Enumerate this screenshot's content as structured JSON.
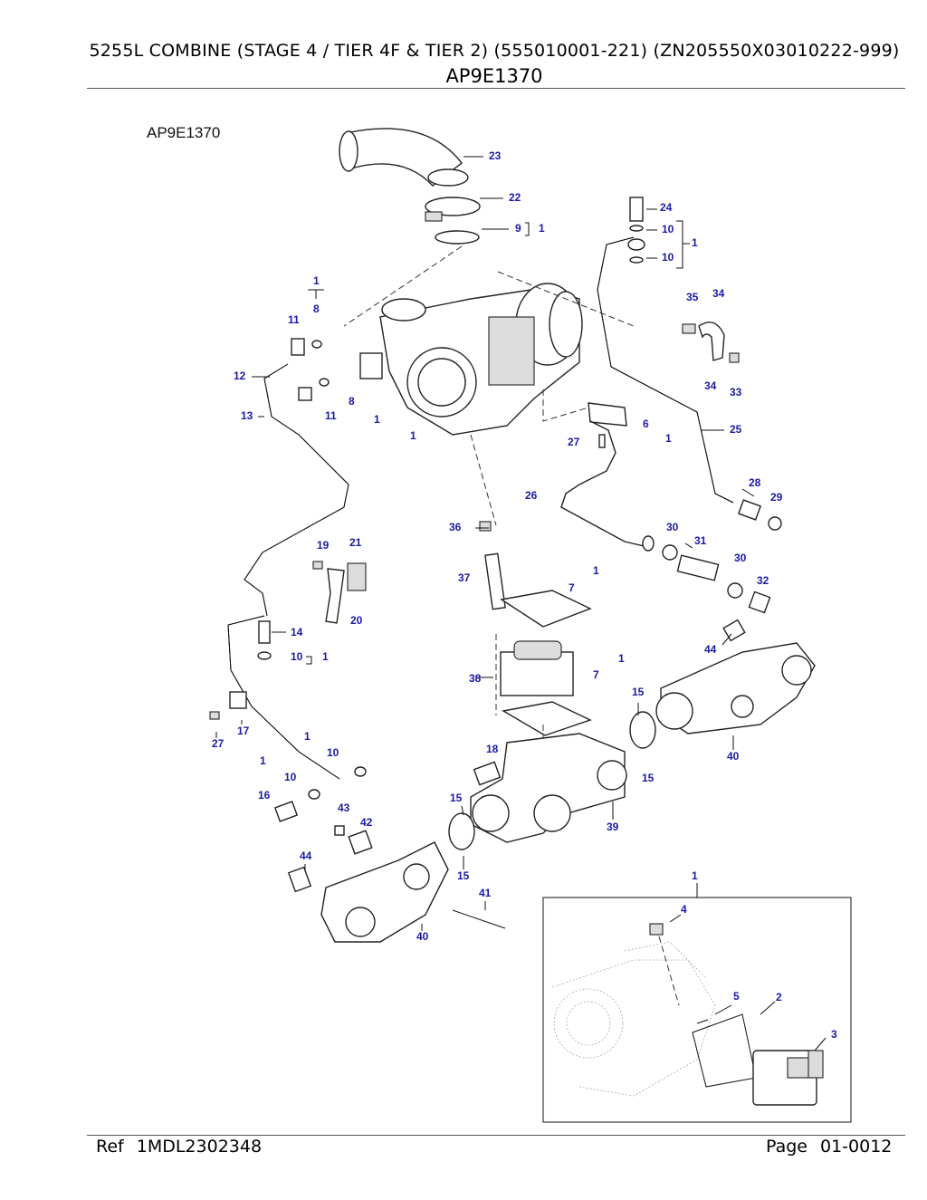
{
  "header": {
    "title": "5255L COMBINE (STAGE 4 / TIER 4F & TIER 2) (555010001-221) (ZN205550X03010222-999)",
    "subtitle": "AP9E1370"
  },
  "diagram": {
    "label": "AP9E1370",
    "callouts": [
      "23",
      "22",
      "9",
      "1",
      "24",
      "10",
      "1",
      "10",
      "1",
      "8",
      "11",
      "35",
      "34",
      "34",
      "33",
      "12",
      "8",
      "11",
      "1",
      "13",
      "6",
      "1",
      "1",
      "25",
      "27",
      "28",
      "26",
      "29",
      "36",
      "30",
      "31",
      "30",
      "19",
      "21",
      "1",
      "37",
      "7",
      "32",
      "20",
      "14",
      "44",
      "10",
      "1",
      "1",
      "38",
      "7",
      "15",
      "27",
      "17",
      "40",
      "1",
      "10",
      "18",
      "15",
      "1",
      "10",
      "15",
      "16",
      "43",
      "42",
      "39",
      "44",
      "15",
      "1",
      "41",
      "40",
      "4",
      "5",
      "2",
      "3"
    ]
  },
  "footer": {
    "ref_label": "Ref",
    "ref_value": "1MDL2302348",
    "page_label": "Page",
    "page_value": "01-0012"
  }
}
